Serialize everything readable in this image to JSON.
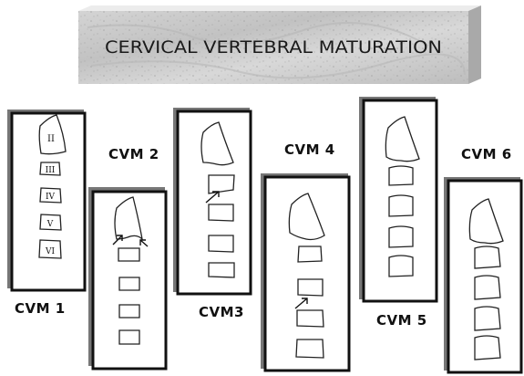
{
  "title": "CERVICAL VERTEBRAL MATURATION",
  "stages": [
    {
      "label": "CVM 1",
      "vertebra_labels": [
        "II",
        "III",
        "IV",
        "V",
        "VI"
      ]
    },
    {
      "label": "CVM 2"
    },
    {
      "label": "CVM3"
    },
    {
      "label": "CVM 4"
    },
    {
      "label": "CVM 5"
    },
    {
      "label": "CVM 6"
    }
  ]
}
